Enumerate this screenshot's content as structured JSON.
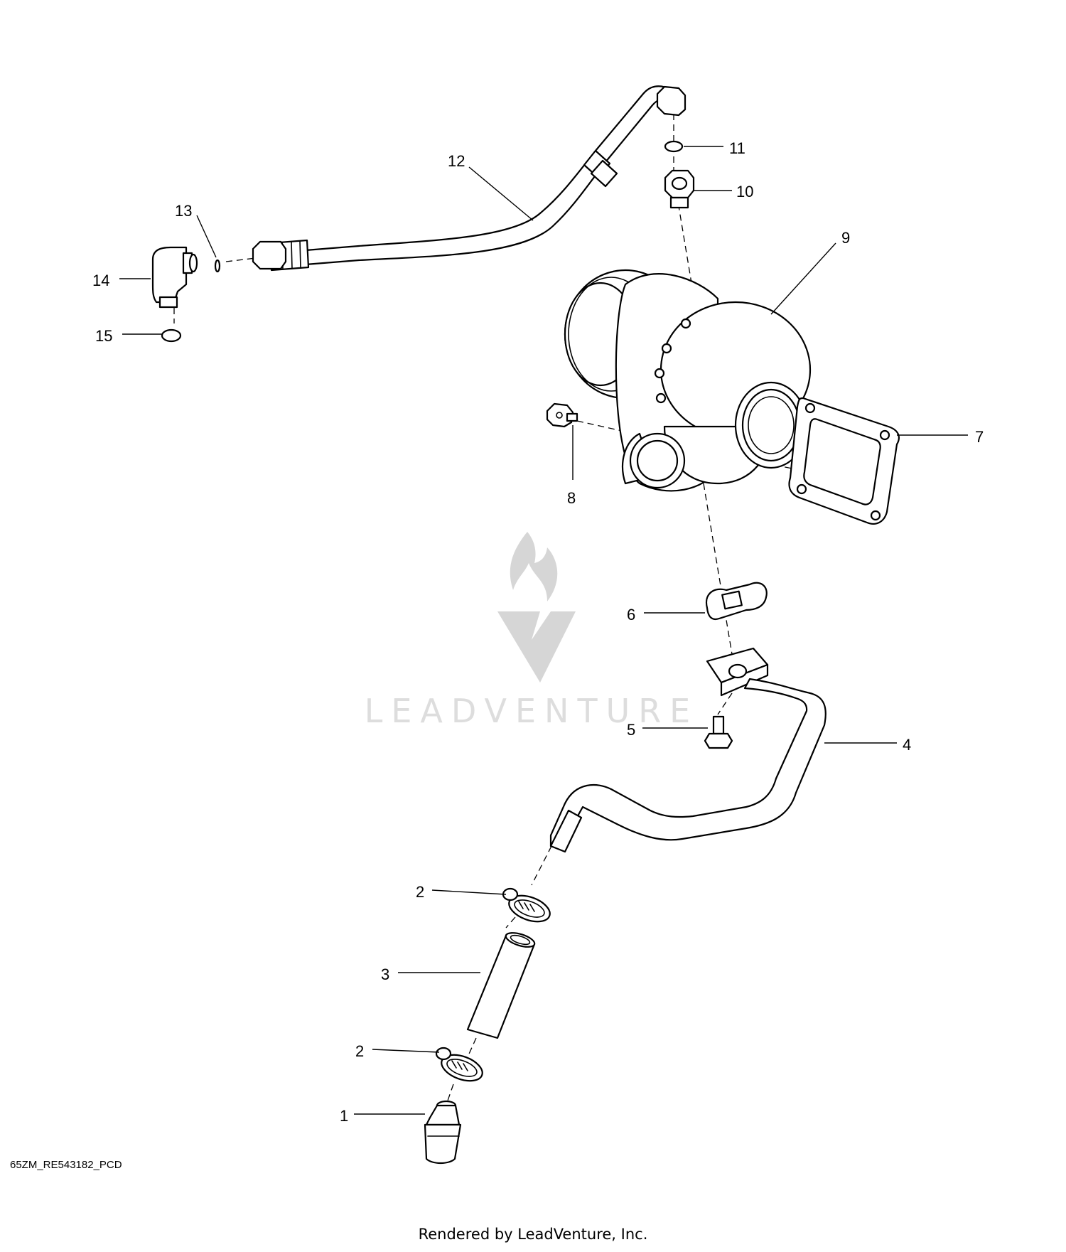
{
  "diagram": {
    "callouts": [
      {
        "id": "1",
        "label": "1"
      },
      {
        "id": "2a",
        "label": "2"
      },
      {
        "id": "2b",
        "label": "2"
      },
      {
        "id": "3",
        "label": "3"
      },
      {
        "id": "4",
        "label": "4"
      },
      {
        "id": "5",
        "label": "5"
      },
      {
        "id": "6",
        "label": "6"
      },
      {
        "id": "7",
        "label": "7"
      },
      {
        "id": "8",
        "label": "8"
      },
      {
        "id": "9",
        "label": "9"
      },
      {
        "id": "10",
        "label": "10"
      },
      {
        "id": "11",
        "label": "11"
      },
      {
        "id": "12",
        "label": "12"
      },
      {
        "id": "13",
        "label": "13"
      },
      {
        "id": "14",
        "label": "14"
      },
      {
        "id": "15",
        "label": "15"
      }
    ],
    "watermark": "LEADVENTURE",
    "code": "65ZM_RE543182_PCD"
  },
  "footer": {
    "credit": "Rendered by LeadVenture, Inc."
  }
}
